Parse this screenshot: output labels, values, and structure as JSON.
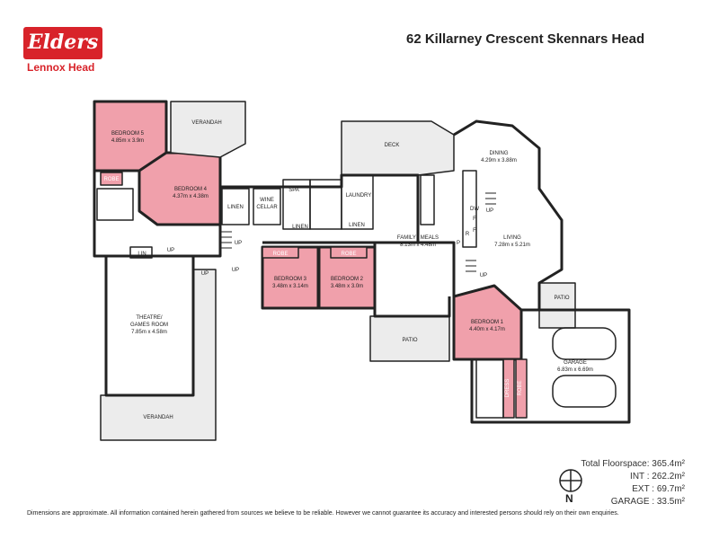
{
  "brand": {
    "name": "Elders",
    "office": "Lennox Head",
    "color": "#d8232a"
  },
  "address": "62 Killarney Crescent Skennars Head",
  "colors": {
    "highlight": "#f0a0ab",
    "wall": "#222222",
    "patio": "#ececec"
  },
  "rooms": {
    "bedroom5": {
      "name": "BEDROOM 5",
      "dims": "4.85m x 3.9m"
    },
    "bedroom4": {
      "name": "BEDROOM 4",
      "dims": "4.37m x 4.38m"
    },
    "bedroom3": {
      "name": "BEDROOM 3",
      "dims": "3.48m x 3.14m"
    },
    "bedroom2": {
      "name": "BEDROOM 2",
      "dims": "3.48m x 3.0m"
    },
    "bedroom1": {
      "name": "BEDROOM 1",
      "dims": "4.40m x 4.17m"
    },
    "theatre": {
      "name": "THEATRE/",
      "name2": "GAMES ROOM",
      "dims": "7.85m x 4.58m"
    },
    "family": {
      "name": "FAMILY / MEALS",
      "dims": "8.13m x 4.48m"
    },
    "living": {
      "name": "LIVING",
      "dims": "7.28m x 5.21m"
    },
    "dining": {
      "name": "DINING",
      "dims": "4.29m x 3.88m"
    },
    "garage": {
      "name": "GARAGE",
      "dims": "6.83m x 6.69m"
    }
  },
  "labels": {
    "verandah_top": "VERANDAH",
    "verandah_bottom": "VERANDAH",
    "deck": "DECK",
    "patio_bottom": "PATIO",
    "patio_right": "PATIO",
    "linen1": "LINEN",
    "linen2": "LINEN",
    "linen3": "LINEN",
    "lin": "LIN",
    "wine1": "WINE",
    "wine2": "CELLAR",
    "spa": "SPA",
    "laundry": "LAUNDRY",
    "robe1": "ROBE",
    "robe2": "ROBE",
    "robe3": "ROBE",
    "robe4": "ROBE",
    "dress": "DRESS",
    "up1": "UP",
    "up2": "UP",
    "up3": "UP",
    "up4": "UP",
    "up5": "UP",
    "up6": "UP",
    "dw": "DW",
    "f1": "F",
    "f2": "F",
    "p": "P",
    "r": "R"
  },
  "stats": {
    "total": "Total Floorspace: 365.4m²",
    "int": "INT : 262.2m²",
    "ext": "EXT : 69.7m²",
    "garage": "GARAGE : 33.5m²"
  },
  "compass": "N",
  "disclaimer": "Dimensions are approximate. All information contained herein gathered from sources we believe to be reliable. However we cannot guarantee its accuracy and interested persons should rely on their own enquiries."
}
